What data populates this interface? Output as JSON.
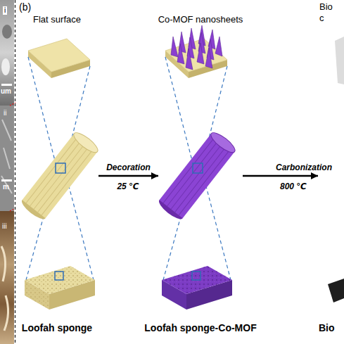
{
  "diagram": {
    "nodes": [
      {
        "text": [
          "Flat surface",
          "Loofah sponge"
        ]
      },
      {
        "text": [
          "Co-MOF nanosheets",
          "Loofah sponge-Co-MOF"
        ]
      },
      {
        "text": [
          "Bio c",
          "Bio"
        ]
      }
    ],
    "edges": [
      {
        "from": 0,
        "to": 1,
        "arrow": "to",
        "label": "Decoration"
      },
      {
        "from": 1,
        "to": 2,
        "arrow": "to",
        "label": "Carbonization"
      }
    ],
    "labels": [
      "(b)",
      "i",
      "um",
      "ii",
      "m",
      "iii",
      "25 ℃",
      "800 ℃"
    ]
  }
}
